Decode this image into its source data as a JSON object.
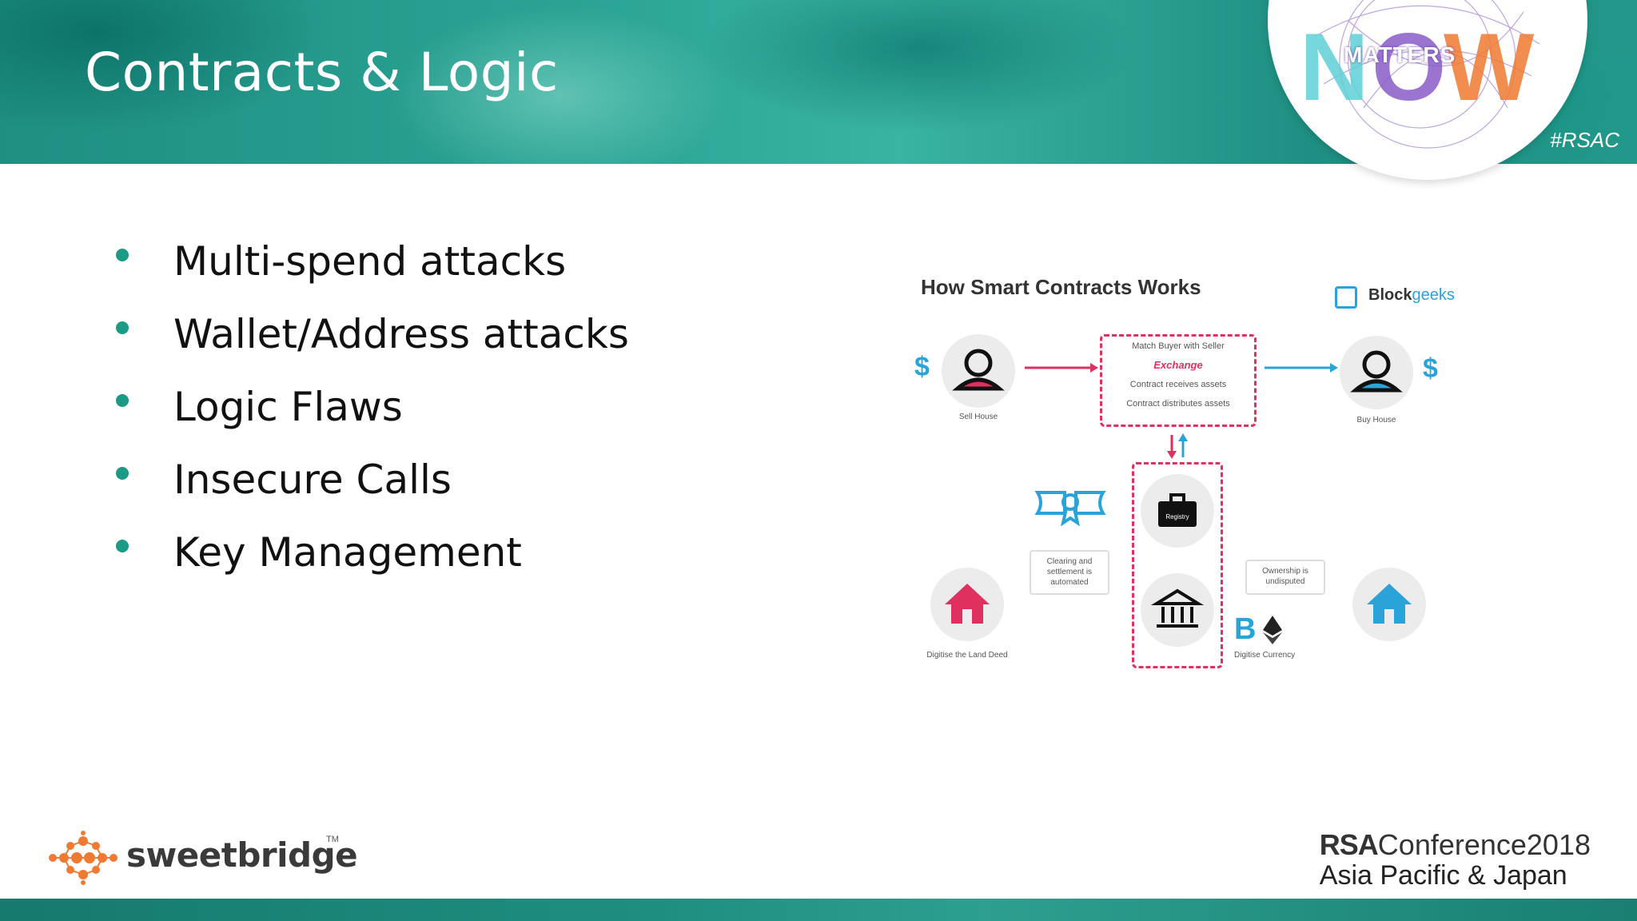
{
  "slide": {
    "title": "Contracts & Logic",
    "hashtag": "#RSAC",
    "badge_text": "MATTERS"
  },
  "bullets": [
    "Multi-spend attacks",
    "Wallet/Address attacks",
    "Logic Flaws",
    "Insecure Calls",
    "Key Management"
  ],
  "diagram": {
    "title": "How Smart Contracts Works",
    "brand_bold": "Block",
    "brand_light": "geeks",
    "dollar": "$",
    "sell_label": "Sell House",
    "buy_label": "Buy House",
    "exchange": {
      "line1": "Match Buyer with Seller",
      "line2": "Exchange",
      "line3": "Contract receives assets",
      "line4": "Contract distributes assets"
    },
    "registry_label": "Registry",
    "clearing_callout": "Clearing and settlement is automated",
    "ownership_callout": "Ownership is undisputed",
    "land_deed_label": "Digitise the Land Deed",
    "currency_label": "Digitise Currency",
    "bitcoin_symbol": "B"
  },
  "footer": {
    "sweetbridge": "sweetbridge",
    "tm": "TM",
    "rsa_bold": "RSA",
    "rsa_conf": "Conference2018",
    "rsa_region": "Asia Pacific & Japan"
  },
  "colors": {
    "teal": "#1b9a86",
    "pink": "#e0305f",
    "blue": "#2aa3d8",
    "orange": "#f07a32"
  }
}
